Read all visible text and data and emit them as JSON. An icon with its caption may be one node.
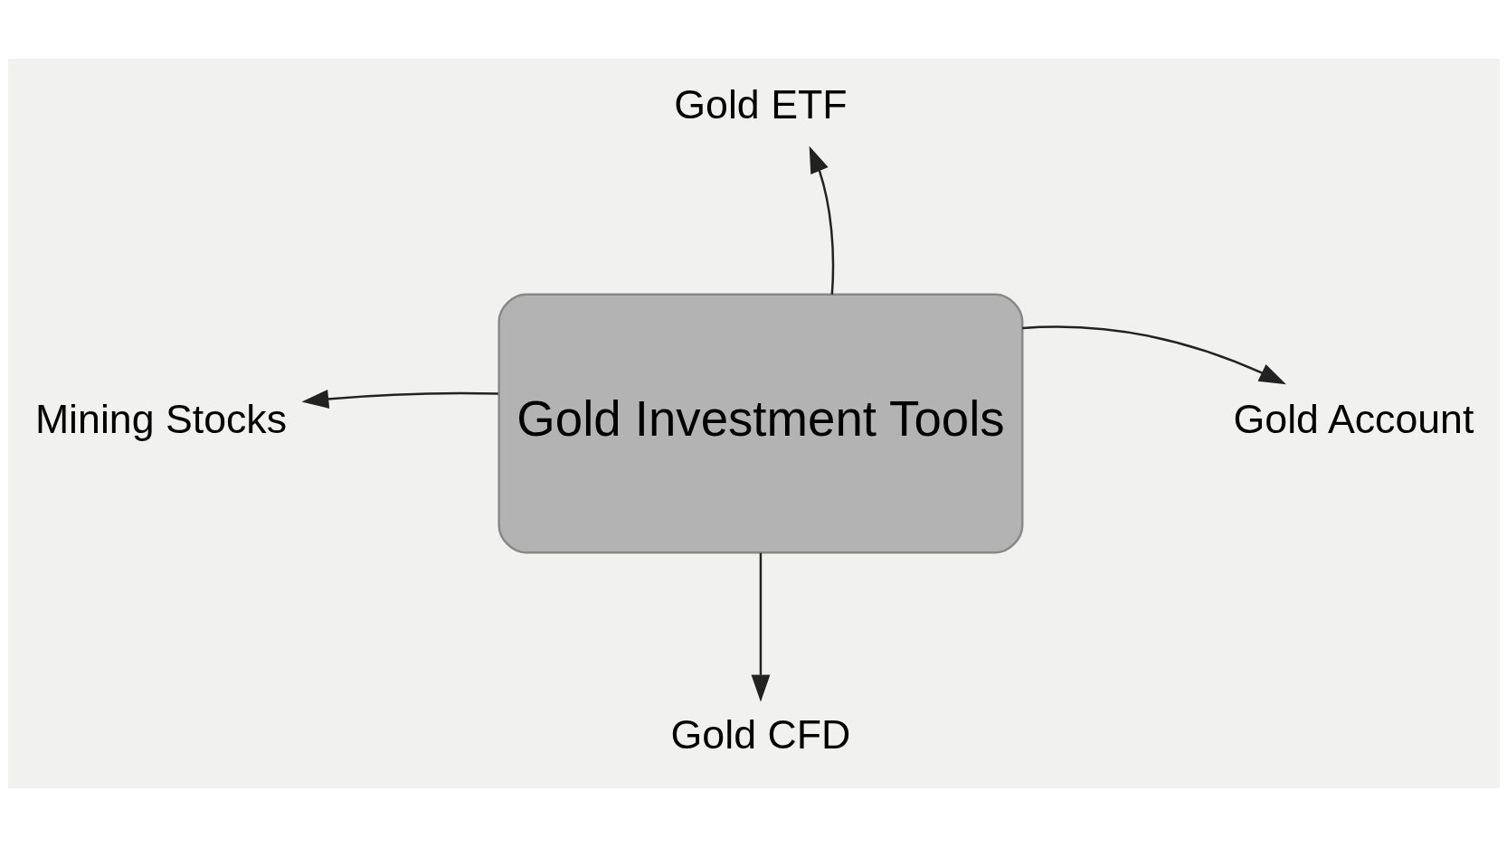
{
  "diagram": {
    "nodes": [
      {
        "text": [
          "Gold Investment Tools"
        ]
      },
      {
        "text": [
          "Gold ETF"
        ]
      },
      {
        "text": [
          "Mining Stocks"
        ]
      },
      {
        "text": [
          "Gold Account"
        ]
      },
      {
        "text": [
          "Gold CFD"
        ]
      }
    ],
    "edges": [
      {
        "from": 0,
        "to": 1,
        "arrow": "to"
      },
      {
        "from": 0,
        "to": 2,
        "arrow": "to"
      },
      {
        "from": 0,
        "to": 3,
        "arrow": "to"
      },
      {
        "from": 0,
        "to": 4,
        "arrow": "to"
      }
    ]
  }
}
